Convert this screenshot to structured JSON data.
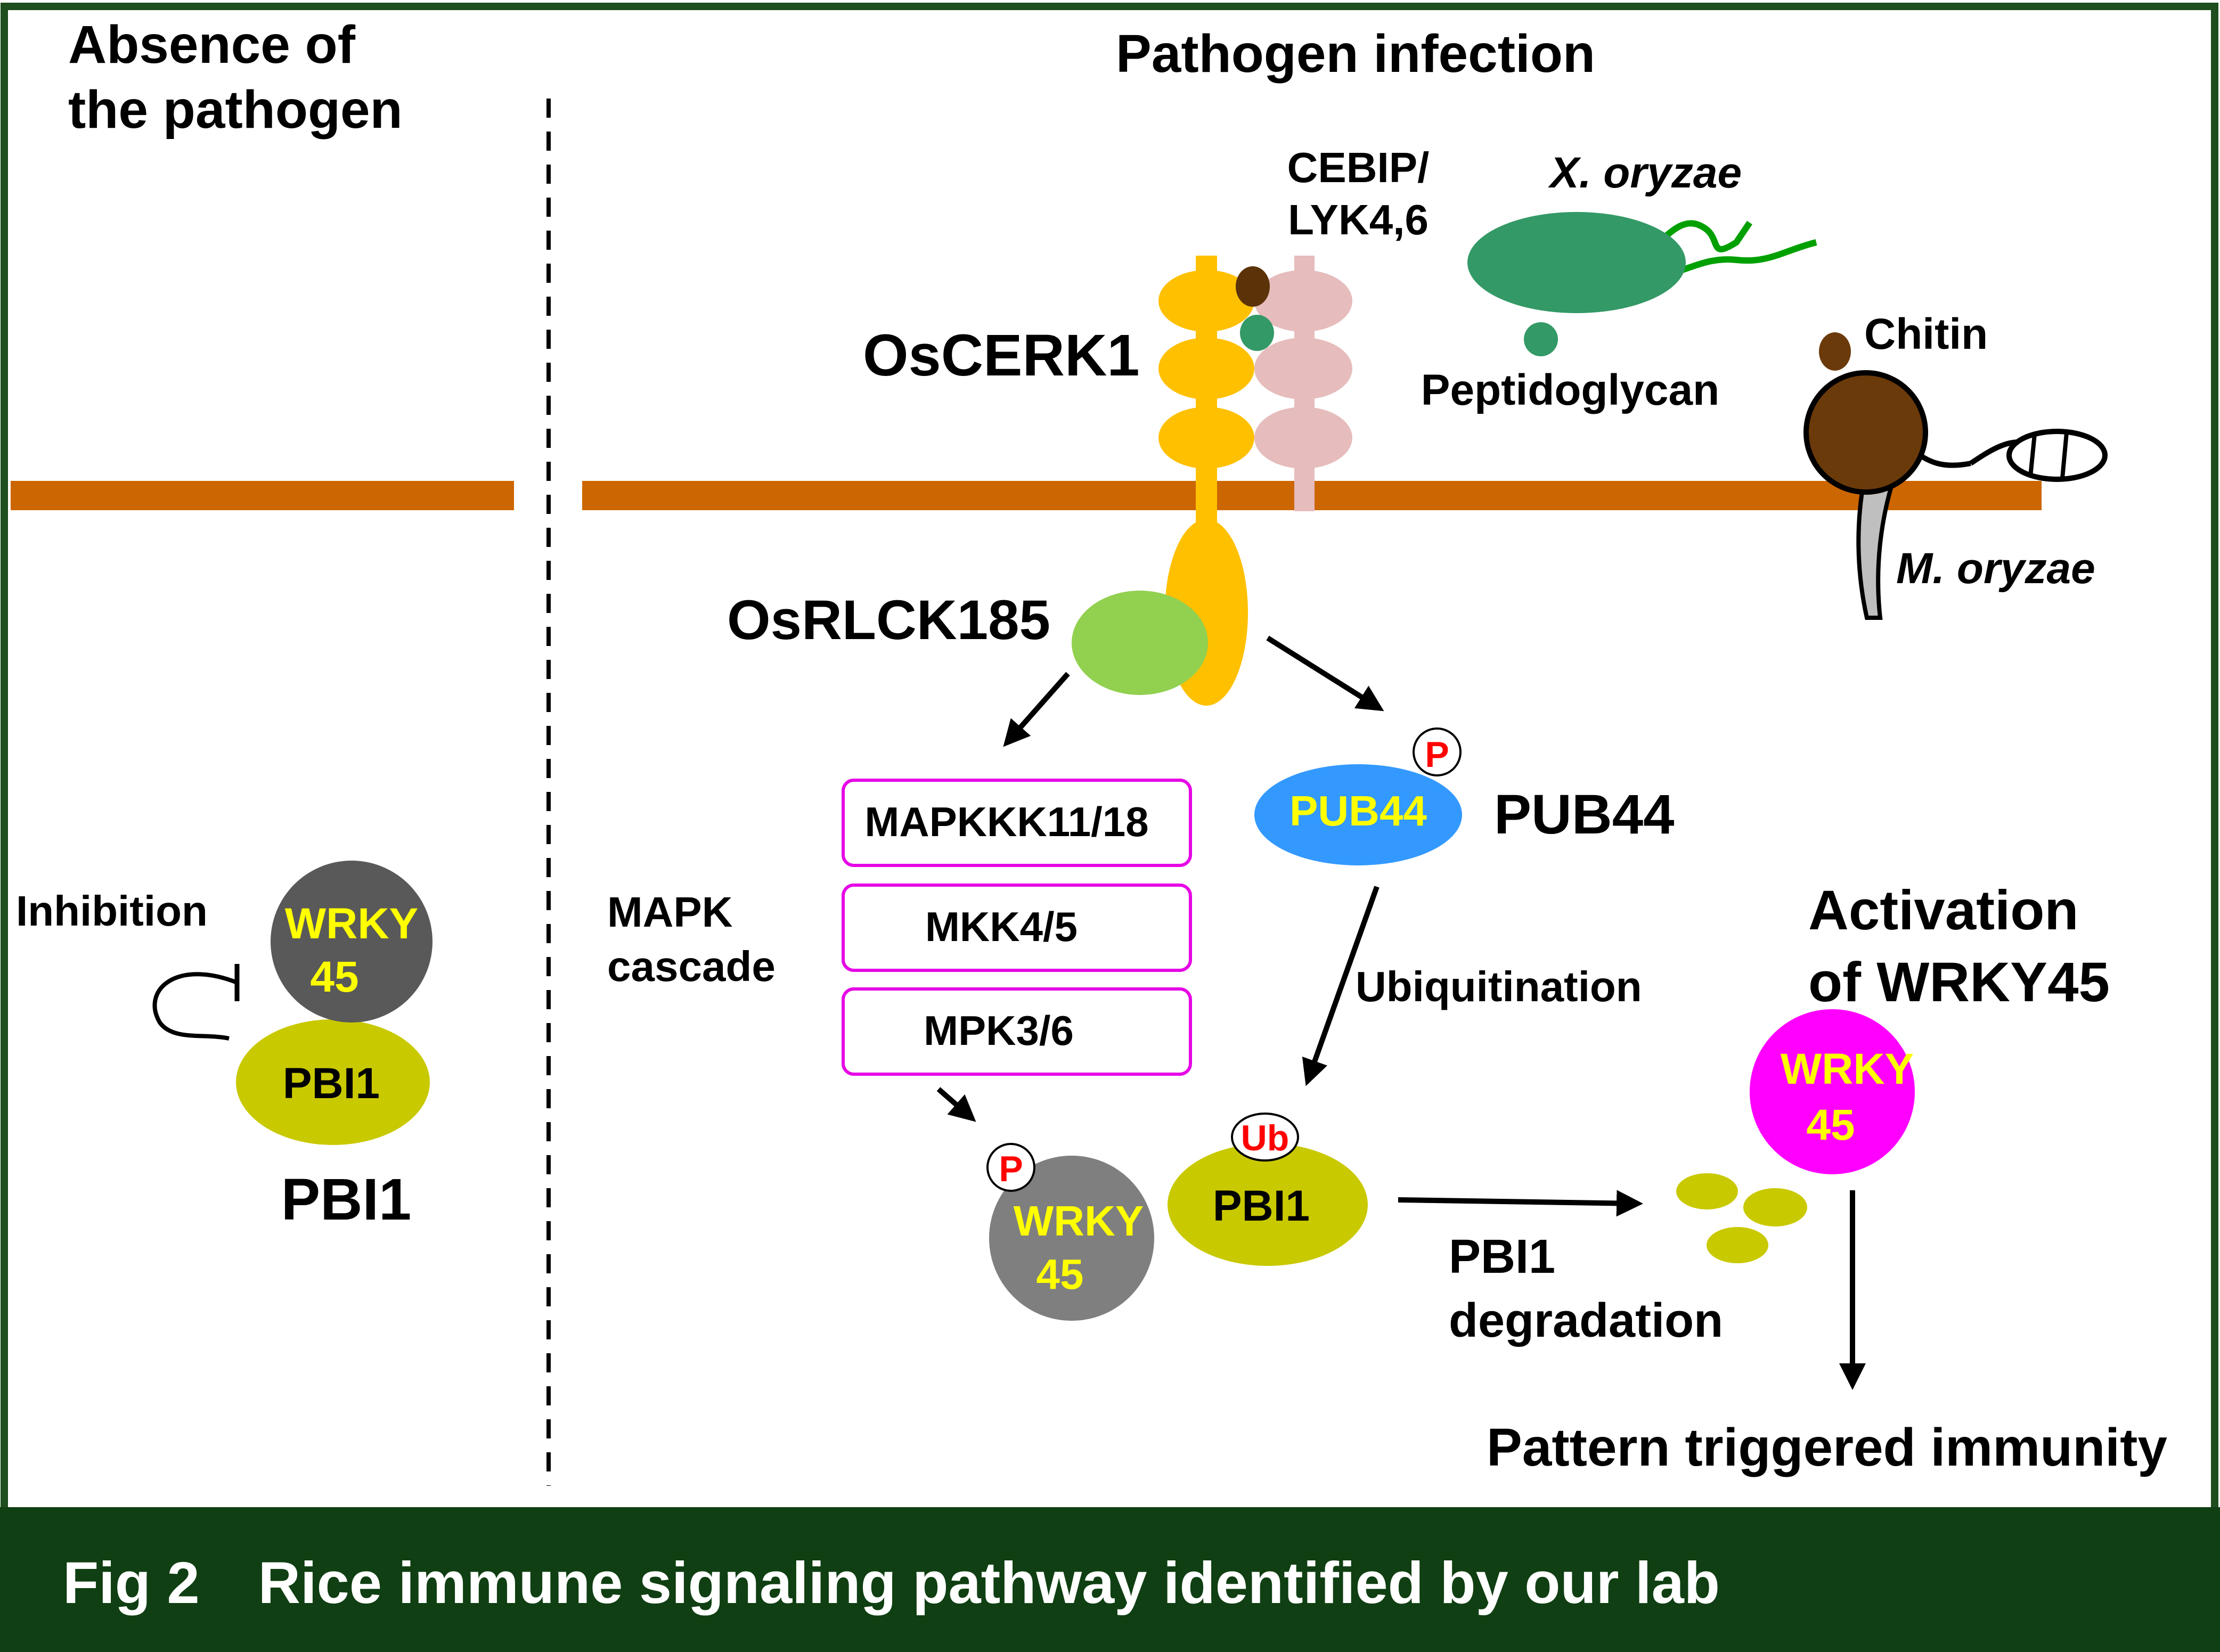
{
  "left_panel": {
    "title_line1": "Absence of",
    "title_line2": "the pathogen",
    "inhibition_label": "Inhibition",
    "wrky_line1": "WRKY",
    "wrky_line2": "45",
    "pbi1_inner": "PBI1",
    "pbi1_caption": "PBI1"
  },
  "right_panel": {
    "title": "Pathogen infection",
    "cebip_line1": "CEBIP/",
    "cebip_line2": "LYK4,6",
    "oscerk1": "OsCERK1",
    "xoryzae": "X. oryzae",
    "peptidoglycan": "Peptidoglycan",
    "chitin": "Chitin",
    "moryzae": "M. oryzae",
    "osrlck185": "OsRLCK185",
    "mapkkk": "MAPKKK11/18",
    "mkk": "MKK4/5",
    "mpk": "MPK3/6",
    "mapk_line1": "MAPK",
    "mapk_line2": "cascade",
    "pub44_inner": "PUB44",
    "pub44_label": "PUB44",
    "p_badge": "P",
    "ub_badge": "Ub",
    "ubiquitination": "Ubiquitination",
    "wrky_line1": "WRKY",
    "wrky_line2": "45",
    "pbi1_inner": "PBI1",
    "pbi1_deg_line1": "PBI1",
    "pbi1_deg_line2": "degradation",
    "activation_line1": "Activation",
    "activation_line2": "of WRKY45",
    "pti": "Pattern triggered immunity"
  },
  "footer": {
    "caption": "Fig 2　Rice immune signaling pathway identified by our lab"
  },
  "colors": {
    "border_green": "#1e4d1e",
    "footer_bg": "#0f3f12",
    "membrane": "#cc6600",
    "oscerk1": "#ffc000",
    "cebip": "#e6bcbc",
    "osrlck185": "#92d050",
    "pub44": "#3399ff",
    "pbi1": "#c9c900",
    "wrky_inactive": "#595959",
    "wrky_phos": "#7f7f7f",
    "wrky_active": "#ff00ff",
    "xoryzae": "#339966",
    "xoryzae_flagella": "#00a000",
    "chitin": "#6b3a0a",
    "mapk_box": "#e600e6",
    "label_yellow": "#ffff00",
    "badge_red": "#ff0000"
  }
}
